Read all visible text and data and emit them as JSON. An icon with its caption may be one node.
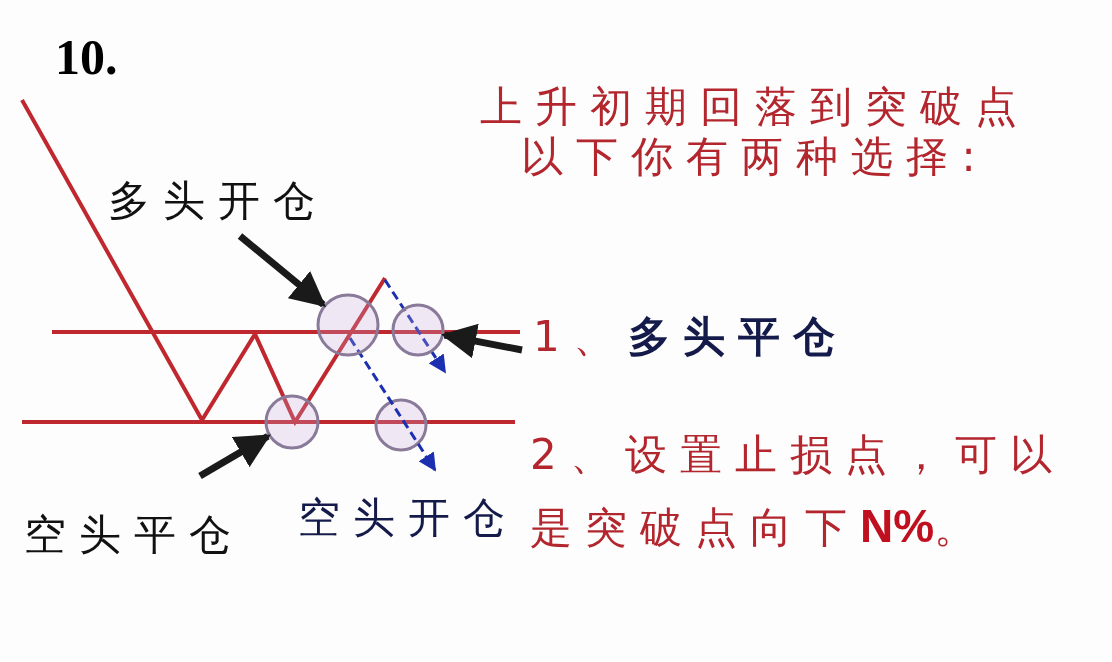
{
  "diagram": {
    "title": "10.",
    "nodes": [
      {
        "text": [
          "多头开仓"
        ]
      },
      {
        "text": [],
        "shape": "circle"
      },
      {
        "text": [],
        "shape": "circle"
      },
      {
        "text": [
          "1、**多头平仓**"
        ]
      },
      {
        "text": [
          "空头平仓"
        ]
      },
      {
        "text": [],
        "shape": "circle"
      }
    ],
    "edges": [
      {
        "from": 0,
        "to": 1,
        "arrow": "to"
      },
      {
        "from": 3,
        "to": 2,
        "arrow": "to"
      },
      {
        "from": 4,
        "to": 5,
        "arrow": "to"
      }
    ],
    "labels": [
      "上升初期回落到突破点以下你有两种选择:",
      "空头开仓",
      "2、设置止损点，可以是突破点向下**N%**。"
    ]
  }
}
